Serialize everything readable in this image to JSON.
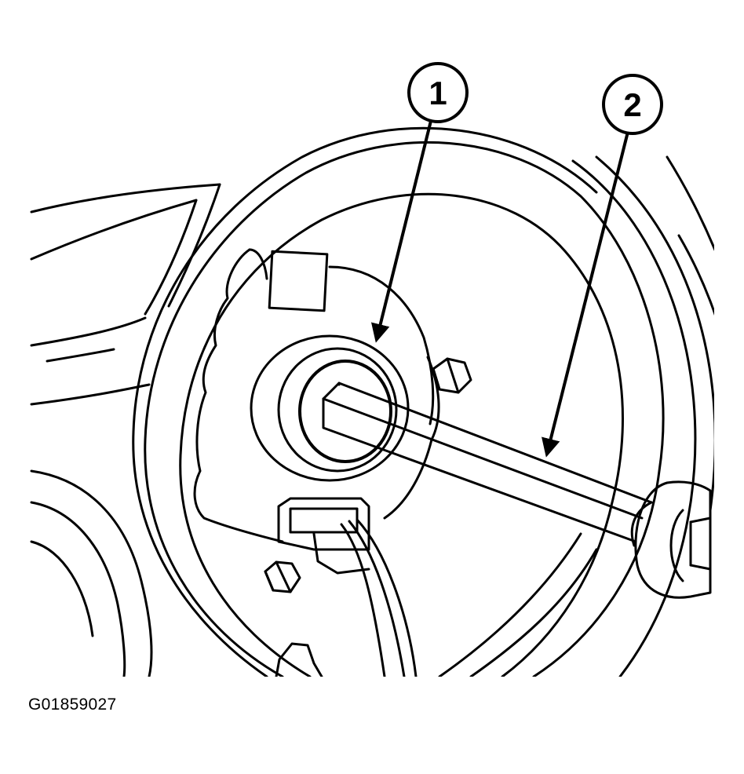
{
  "callouts": [
    {
      "id": "1",
      "label": "1"
    },
    {
      "id": "2",
      "label": "2"
    }
  ],
  "figure_code": "G01859027",
  "colors": {
    "ink": "#000000",
    "paper": "#ffffff"
  }
}
